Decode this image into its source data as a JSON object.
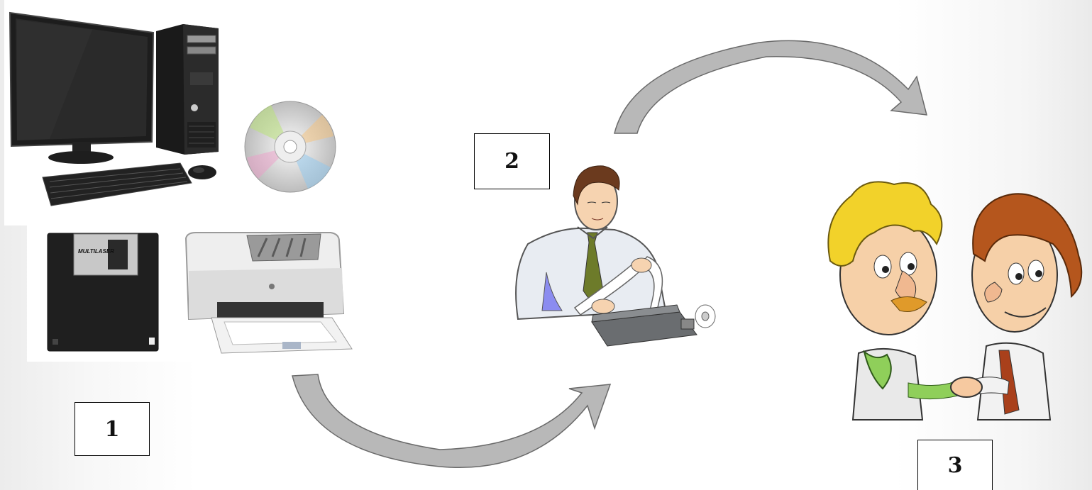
{
  "steps": [
    {
      "number": "1"
    },
    {
      "number": "2"
    },
    {
      "number": "3"
    }
  ],
  "floppy": {
    "brand": "MULTILASER"
  },
  "colors": {
    "arrow_fill": "#b8b8b8",
    "arrow_stroke": "#6a6a6a",
    "tie": "#6d7b2a",
    "hair_yellow": "#f2d22a",
    "hair_brown": "#b5561d"
  }
}
